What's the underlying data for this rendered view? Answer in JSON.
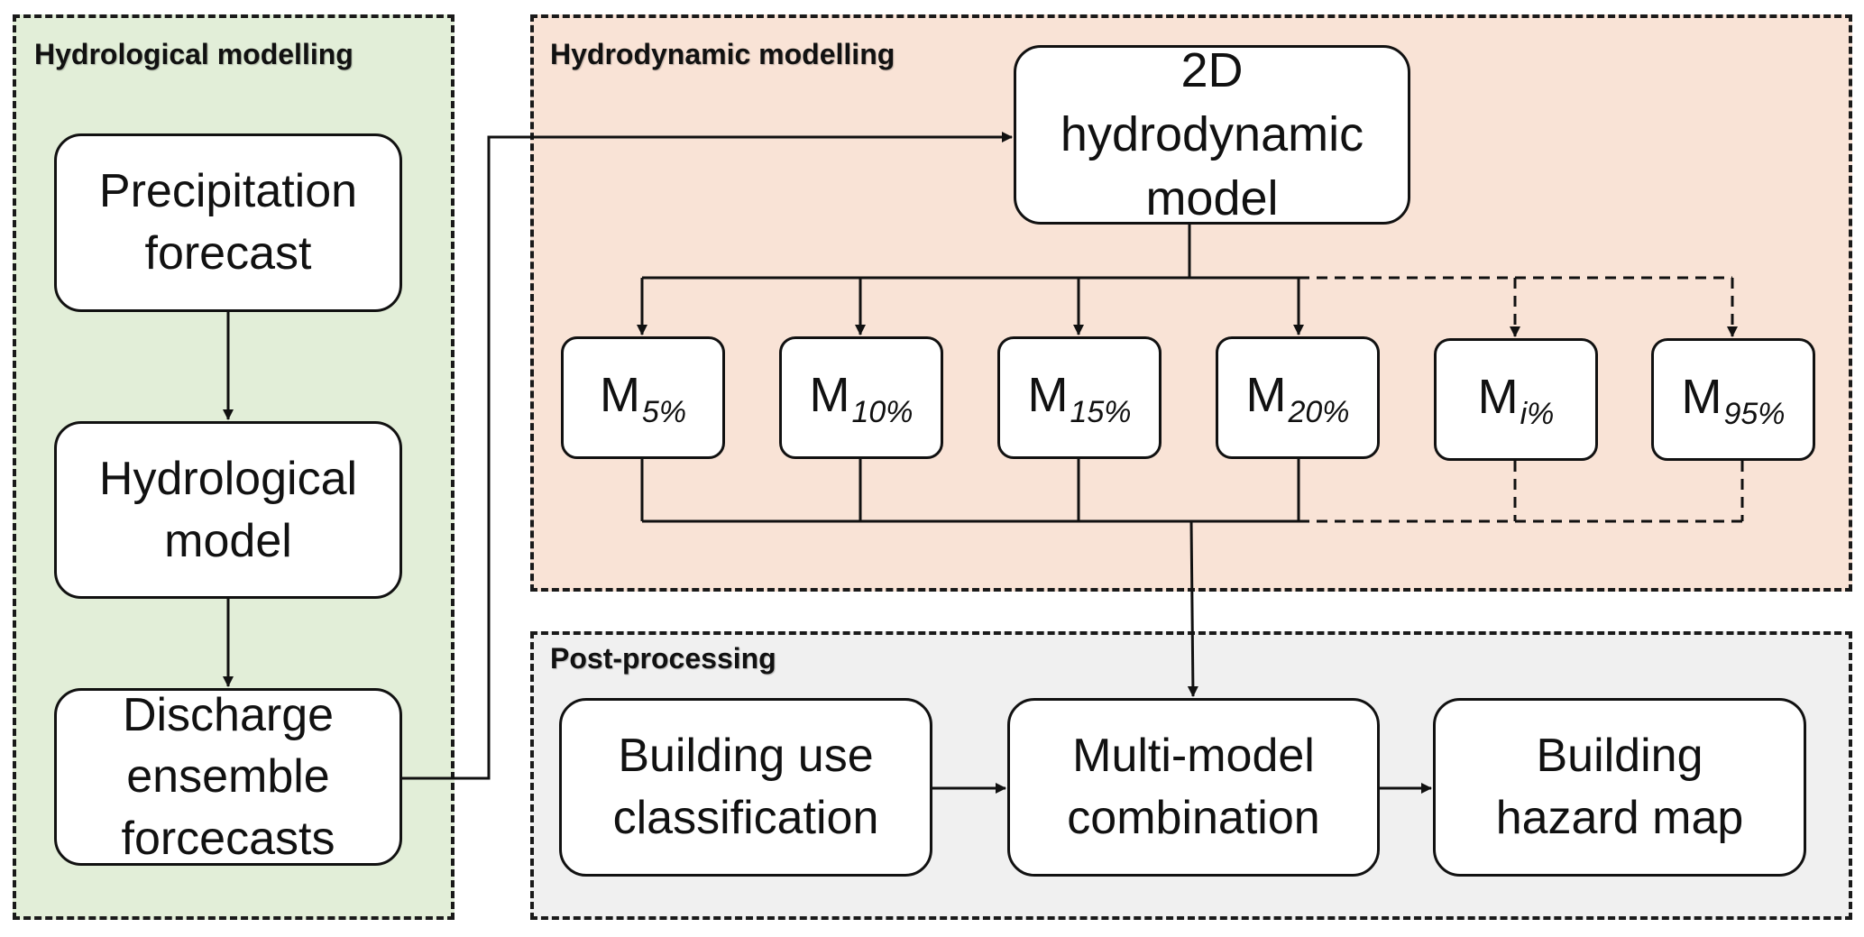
{
  "colors": {
    "hydrological_bg": "#e2eed8",
    "hydrodynamic_bg": "#f9e3d6",
    "postprocessing_bg": "#f0f0f0",
    "line": "#111111"
  },
  "sections": {
    "hydrological": {
      "title": "Hydrological modelling"
    },
    "hydrodynamic": {
      "title": "Hydrodynamic modelling"
    },
    "postprocessing": {
      "title": "Post-processing"
    }
  },
  "nodes": {
    "precipitation": "Precipitation\nforecast",
    "hydrological_model": "Hydrological\nmodel",
    "discharge": "Discharge\nensemble\nforcecasts",
    "hydrodynamic_2d": "2D\nhydrodynamic\nmodel",
    "building_use": "Building use\nclassification",
    "multi_model": "Multi-model\ncombination",
    "hazard_map": "Building\nhazard map"
  },
  "members": [
    {
      "base": "M",
      "sub": "5%",
      "style": "solid"
    },
    {
      "base": "M",
      "sub": "10%",
      "style": "solid"
    },
    {
      "base": "M",
      "sub": "15%",
      "style": "solid"
    },
    {
      "base": "M",
      "sub": "20%",
      "style": "solid"
    },
    {
      "base": "M",
      "sub": "i%",
      "style": "dashed"
    },
    {
      "base": "M",
      "sub": "95%",
      "style": "dashed"
    }
  ]
}
